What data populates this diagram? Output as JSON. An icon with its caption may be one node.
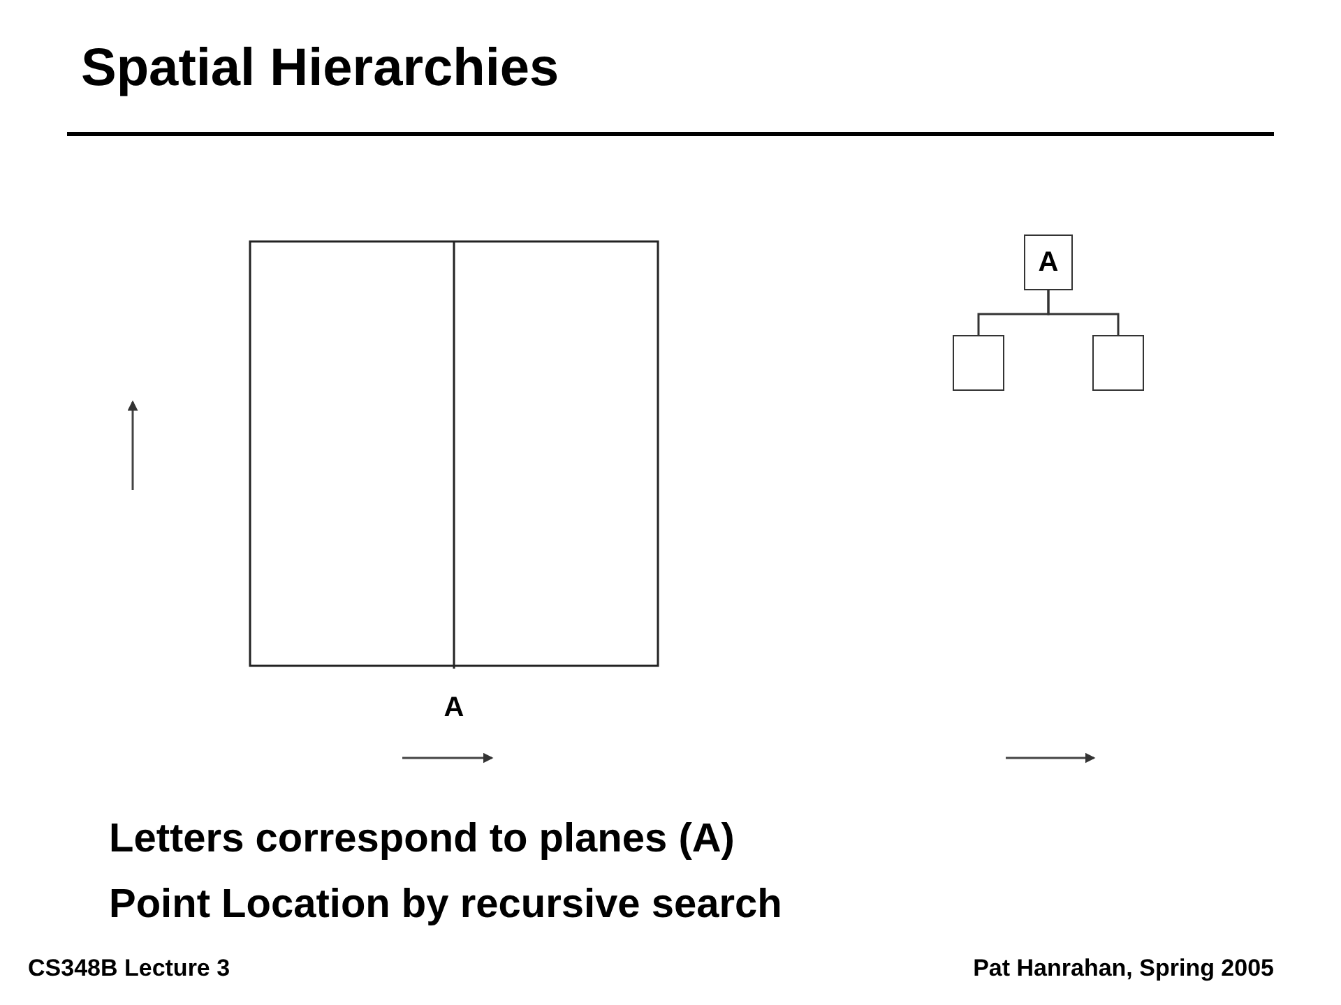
{
  "diagram": {
    "title": "Spatial Hierarchies",
    "nodes": [
      {
        "text": [
          "A"
        ]
      },
      {
        "text": [],
        "shape": "box"
      },
      {
        "text": [],
        "shape": "box"
      }
    ],
    "edges": [
      {
        "from": 0,
        "to": 1,
        "arrow": "none"
      },
      {
        "from": 0,
        "to": 2,
        "arrow": "none"
      }
    ],
    "labels": [
      "A",
      "Letters correspond to planes (A)",
      "Point Location by recursive search",
      "CS348B Lecture 3",
      "Pat Hanrahan, Spring 2005"
    ]
  }
}
